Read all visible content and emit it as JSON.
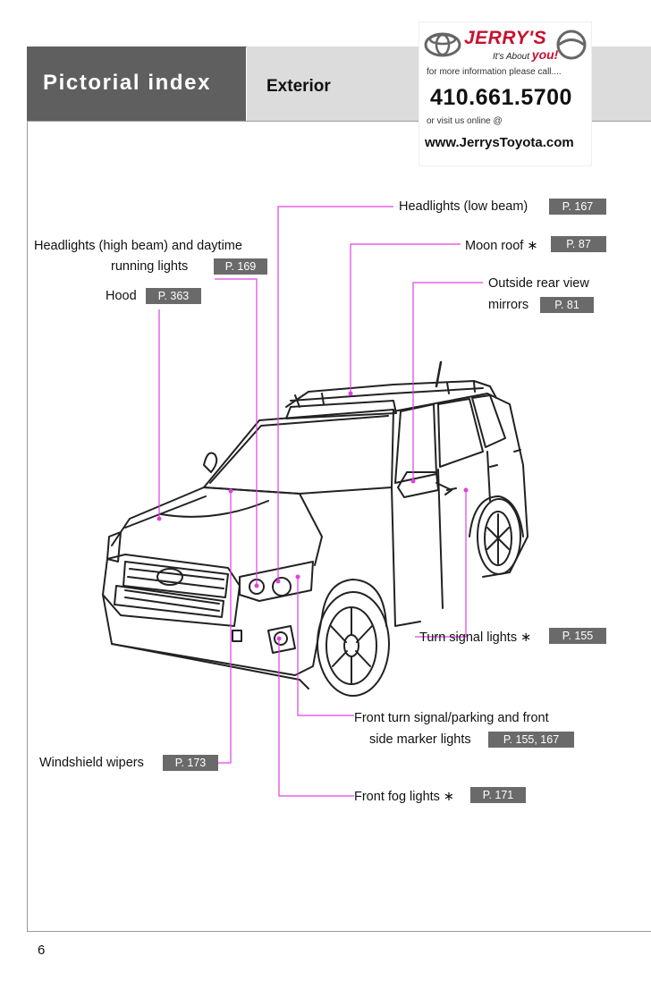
{
  "header": {
    "section_title": "Pictorial index",
    "subsection_title": "Exterior"
  },
  "ad": {
    "brand": "JERRY'S",
    "tagline_prefix": "It's About",
    "tagline_emphasis": "you!",
    "info_line": "for more information please call....",
    "phone": "410.661.5700",
    "visit_line": "or visit us online @",
    "website": "www.JerrysToyota.com"
  },
  "callouts": {
    "headlights_low": {
      "label": "Headlights (low beam)",
      "ref": "P. 167"
    },
    "headlights_high": {
      "label_line1": "Headlights (high beam) and daytime",
      "label_line2": "running lights",
      "ref": "P. 169"
    },
    "moon_roof": {
      "label": "Moon roof ∗",
      "ref": "P. 87"
    },
    "mirrors": {
      "label_line1": "Outside rear view",
      "label_line2": "mirrors",
      "ref": "P. 81"
    },
    "hood": {
      "label": "Hood",
      "ref": "P. 363"
    },
    "turn_signal": {
      "label": "Turn signal lights ∗",
      "ref": "P. 155"
    },
    "front_turn": {
      "label_line1": "Front turn signal/parking and front",
      "label_line2": "side marker lights",
      "ref": "P. 155, 167"
    },
    "wipers": {
      "label": "Windshield wipers",
      "ref": "P. 173"
    },
    "fog": {
      "label": "Front fog lights ∗",
      "ref": "P. 171"
    }
  },
  "page_number": "6",
  "colors": {
    "header_dark": "#5f5f5f",
    "header_light": "#dcdcdc",
    "ref_box": "#6a6a6a",
    "leader": "#e040e0",
    "brand_red": "#c8102e"
  }
}
